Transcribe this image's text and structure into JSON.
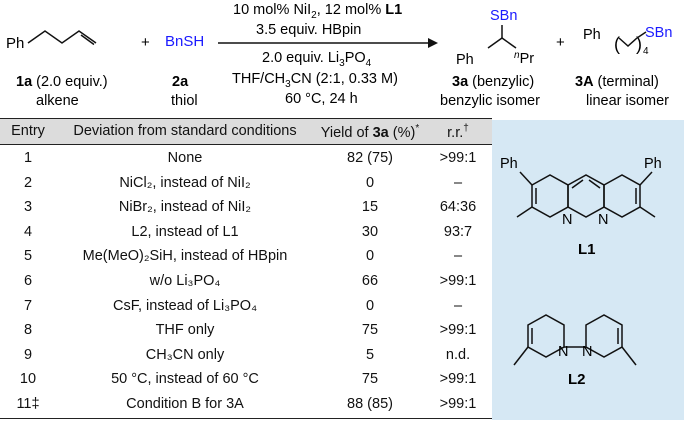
{
  "scheme": {
    "reactant1_label": "Ph",
    "reactant1_id": "1a",
    "reactant1_amount": "(2.0 equiv.)",
    "reactant1_name": "alkene",
    "plus1": "+",
    "reactant2_formula": "BnSH",
    "reactant2_id": "2a",
    "reactant2_name": "thiol",
    "cond_line1": "10 mol% NiI",
    "cond_line1_sub": "2",
    "cond_line1_b": ", 12 mol% ",
    "cond_line1_lig": "L1",
    "cond_line2": "3.5 equiv. HBpin",
    "cond_line3": "2.0 equiv. Li",
    "cond_line3_sub": "3",
    "cond_line3_tail": "PO",
    "cond_line3_sub2": "4",
    "cond_line4": "THF/CH",
    "cond_line4_sub": "3",
    "cond_line4_tail": "CN (2:1, 0.33 M)",
    "cond_line5": "60 °C, 24 h",
    "product_sbn": "SBn",
    "product_ph": "Ph",
    "product_pr_sup": "n",
    "product_pr": "Pr",
    "product_id": "3a",
    "product_tag": "(benzylic)",
    "product_name": "benzylic isomer",
    "plus2": "+",
    "side_ph": "Ph",
    "side_sub": "4",
    "side_sbn": "SBn",
    "side_id": "3A",
    "side_tag": "(terminal)",
    "side_name": "linear isomer"
  },
  "table": {
    "headers": {
      "entry": "Entry",
      "deviation": "Deviation from standard conditions",
      "yield_pre": "Yield of ",
      "yield_bold": "3a",
      "yield_post": " (%)",
      "yield_mark": "*",
      "rr": "r.r.",
      "rr_mark": "†"
    },
    "rows": [
      {
        "entry": "1",
        "deviation": "None",
        "yield": "82 (75)",
        "rr": ">99:1"
      },
      {
        "entry": "2",
        "deviation": "NiCl₂, instead of NiI₂",
        "yield": "0",
        "rr": "–"
      },
      {
        "entry": "3",
        "deviation": "NiBr₂, instead of NiI₂",
        "yield": "15",
        "rr": "64:36"
      },
      {
        "entry": "4",
        "deviation": "L2, instead of L1",
        "yield": "30",
        "rr": "93:7"
      },
      {
        "entry": "5",
        "deviation": "Me(MeO)₂SiH, instead of HBpin",
        "yield": "0",
        "rr": "–"
      },
      {
        "entry": "6",
        "deviation": "w/o Li₃PO₄",
        "yield": "66",
        "rr": ">99:1"
      },
      {
        "entry": "7",
        "deviation": "CsF, instead of Li₃PO₄",
        "yield": "0",
        "rr": "–"
      },
      {
        "entry": "8",
        "deviation": "THF only",
        "yield": "75",
        "rr": ">99:1"
      },
      {
        "entry": "9",
        "deviation": "CH₃CN only",
        "yield": "5",
        "rr": "n.d."
      },
      {
        "entry": "10",
        "deviation": "50 °C, instead of 60 °C",
        "yield": "75",
        "rr": ">99:1"
      },
      {
        "entry": "11‡",
        "deviation": "Condition B for 3A",
        "yield": "88 (85)",
        "rr": ">99:1"
      }
    ]
  },
  "ligands": {
    "l1_ph_left": "Ph",
    "l1_ph_right": "Ph",
    "l1_n": "N",
    "l1_label": "L1",
    "l2_n": "N",
    "l2_label": "L2"
  }
}
